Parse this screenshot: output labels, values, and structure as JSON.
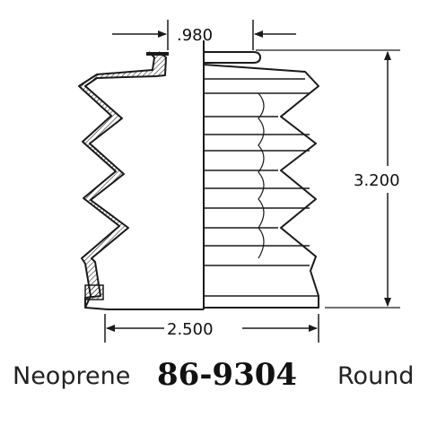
{
  "dimensions": {
    "top_width": ".980",
    "height": "3.200",
    "bottom_width": "2.500"
  },
  "caption": {
    "material": "Neoprene",
    "part_number": "86-9304",
    "shape": "Round"
  },
  "colors": {
    "line": "#1a1a1a",
    "background": "#ffffff"
  }
}
